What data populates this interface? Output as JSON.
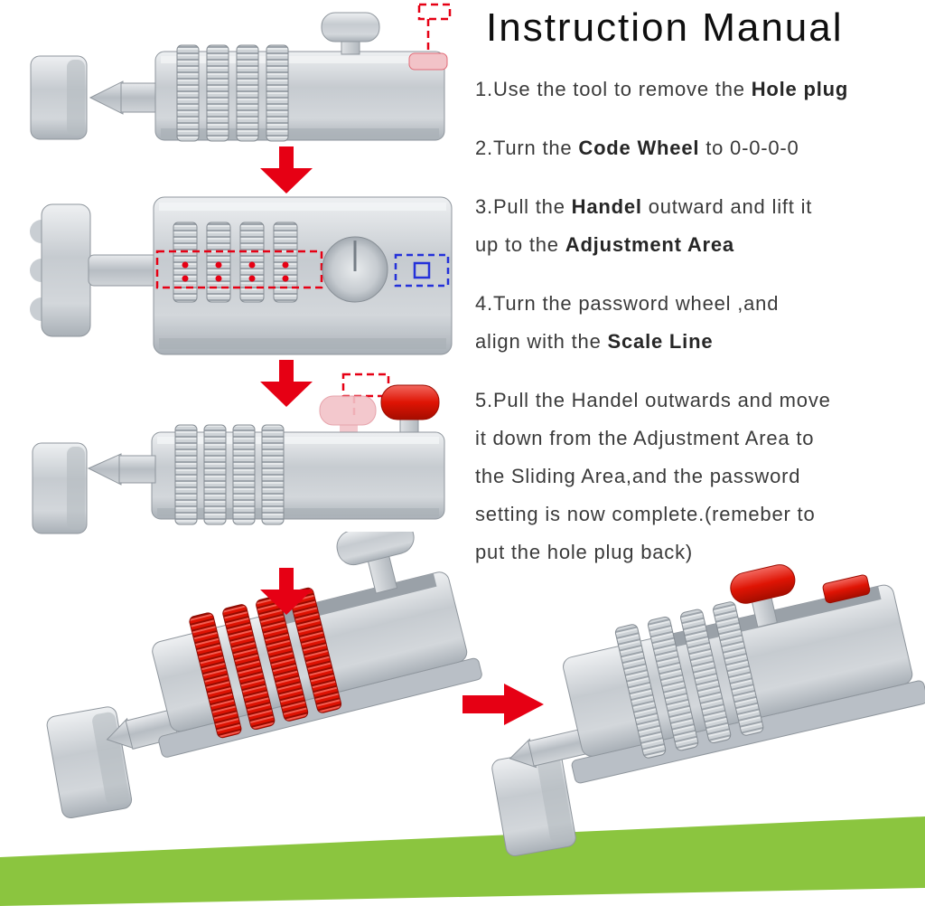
{
  "title": "Instruction Manual",
  "steps": [
    {
      "lines": [
        [
          {
            "t": "1.Use the tool to remove the "
          },
          {
            "t": "Hole plug",
            "b": true
          }
        ]
      ]
    },
    {
      "lines": [
        [
          {
            "t": "2.Turn the "
          },
          {
            "t": "Code Wheel",
            "b": true
          },
          {
            "t": " to 0-0-0-0"
          }
        ]
      ]
    },
    {
      "lines": [
        [
          {
            "t": "3.Pull the "
          },
          {
            "t": "Handel",
            "b": true
          },
          {
            "t": " outward and lift it"
          }
        ],
        [
          {
            "t": "up to the "
          },
          {
            "t": "Adjustment Area",
            "b": true
          }
        ]
      ]
    },
    {
      "lines": [
        [
          {
            "t": "4.Turn the password wheel ,and"
          }
        ],
        [
          {
            "t": "align with the "
          },
          {
            "t": "Scale Line",
            "b": true
          }
        ]
      ]
    },
    {
      "lines": [
        [
          {
            "t": "5.Pull the Handel outwards and move"
          }
        ],
        [
          {
            "t": "it down from the Adjustment Area to"
          }
        ],
        [
          {
            "t": "the Sliding Area,and the password"
          }
        ],
        [
          {
            "t": "setting is now complete.(remeber to"
          }
        ],
        [
          {
            "t": "put the hole plug back)"
          }
        ]
      ]
    }
  ],
  "colors": {
    "accent_red": "#e60014",
    "annotation_blue": "#2431d9",
    "brand_green": "#8bc53f",
    "highlight_pink": "#f2c3c8",
    "metal_gray": "#c9ced3",
    "text_color": "#3a3a3a"
  }
}
